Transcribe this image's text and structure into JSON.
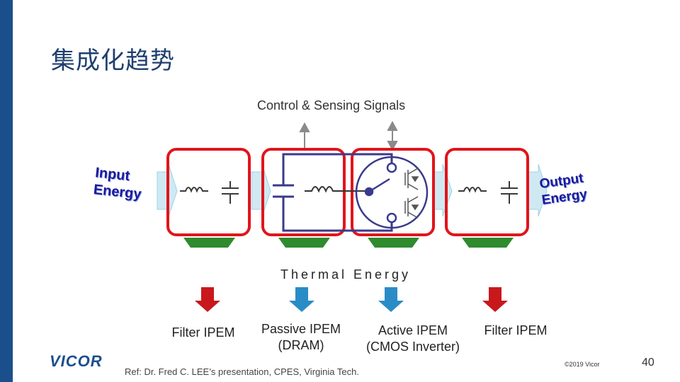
{
  "slide": {
    "title": "集成化趋势",
    "control_label": "Control & Sensing Signals",
    "thermal_label": "Thermal Energy",
    "input_label_1": "Input",
    "input_label_2": "Energy",
    "output_label_1": "Output",
    "output_label_2": "Energy",
    "modules": [
      {
        "name": "Filter IPEM",
        "sub": ""
      },
      {
        "name": "Passive IPEM",
        "sub": "(DRAM)"
      },
      {
        "name": "Active IPEM",
        "sub": "(CMOS Inverter)"
      },
      {
        "name": "Filter IPEM",
        "sub": ""
      }
    ],
    "reference": "Ref: Dr. Fred C. LEE’s  presentation, CPES, Virginia Tech.",
    "copyright": "©2019 Vicor",
    "page_number": "40",
    "logo_text": "VICOR"
  },
  "colors": {
    "sidebar": "#1b4f8c",
    "module_border": "#e0151b",
    "heat_base": "#2e8b2e",
    "arrow_red": "#c8181c",
    "arrow_blue": "#2a8cc6",
    "wire": "#3a3a8c"
  }
}
